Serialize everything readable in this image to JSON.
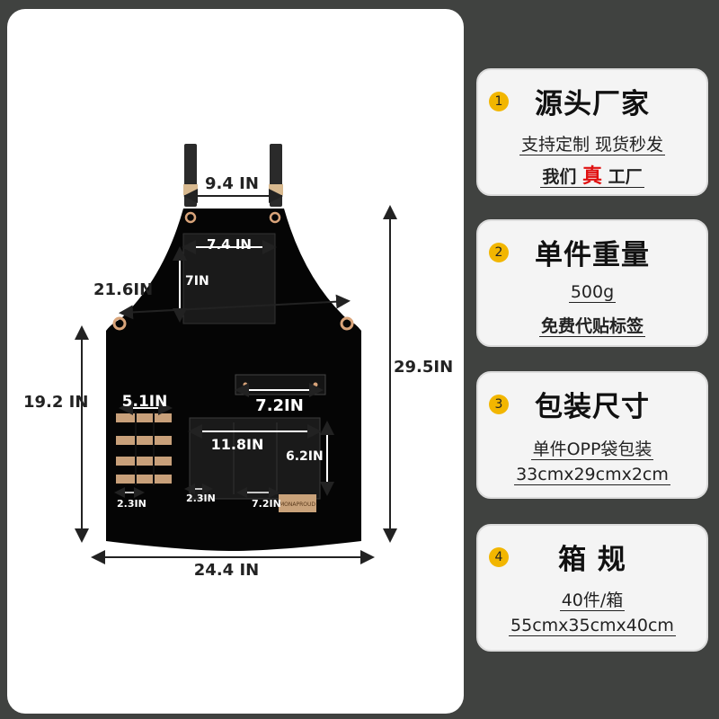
{
  "diagram": {
    "dimensions": {
      "strap_width": "9.4 IN",
      "chest_pocket_width": "7.4 IN",
      "chest_pocket_height": "7IN",
      "chest_width": "21.6IN",
      "total_height": "29.5IN",
      "lower_height": "19.2 IN",
      "small_pocket_width": "5.1IN",
      "small_pocket_each": "2.3IN",
      "small_pocket_each_b": "2.3IN",
      "top_right_pocket_width": "7.2IN",
      "big_pocket_width": "11.8IN",
      "big_pocket_height": "6.2IN",
      "big_pocket_sub_width": "7.2IN",
      "bottom_width": "24.4 IN"
    },
    "brand_tag": "MONAPROUD"
  },
  "cards": [
    {
      "num": "1",
      "title": "源头厂家",
      "line1": "支持定制 现货秒发",
      "line2_a": "我们",
      "line2_b": "真",
      "line2_c": "工厂"
    },
    {
      "num": "2",
      "title": "单件重量",
      "line1": "500g",
      "line2": "免费代贴标签"
    },
    {
      "num": "3",
      "title": "包装尺寸",
      "line1": "单件OPP袋包装",
      "line2": "33cmx29cmx2cm"
    },
    {
      "num": "4",
      "title": "箱 规",
      "line1": "40件/箱",
      "line2": "55cmx35cmx40cm"
    }
  ]
}
